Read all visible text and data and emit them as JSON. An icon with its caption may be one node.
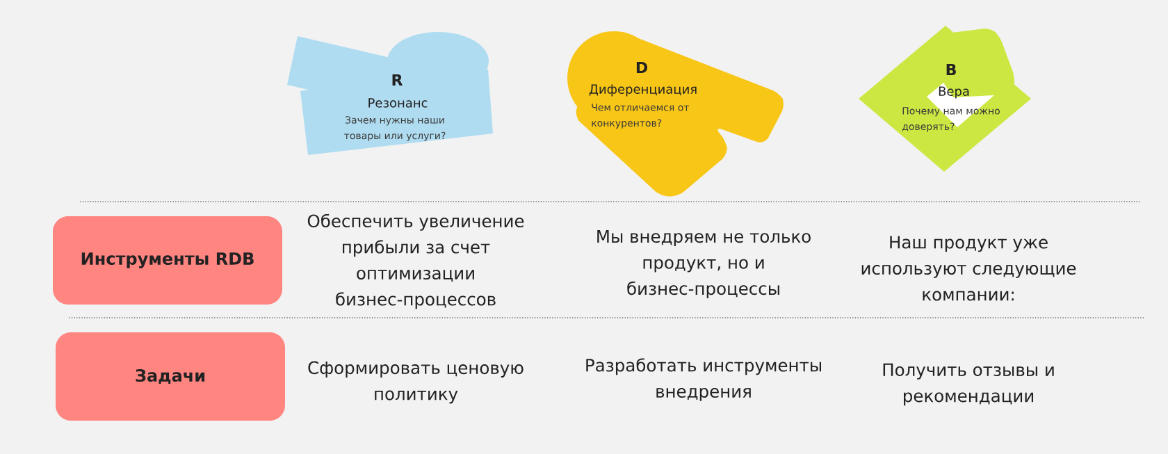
{
  "diagram": {
    "nodes": [
      {
        "text": [
          "R",
          "Резонанс",
          "Зачем нужны наши товары или услуги?"
        ]
      },
      {
        "text": [
          "D",
          "Диференциация",
          "Чем отличаемся от конкурентов?"
        ]
      },
      {
        "text": [
          "B",
          "Вера",
          "Почему нам можно доверять?"
        ]
      },
      {
        "text": [
          "Инструменты RDB"
        ]
      },
      {
        "text": [
          "Задачи"
        ]
      }
    ],
    "labels": [
      "Обеспечить увеличение прибыли за счет оптимизации бизнес-процессов",
      "Мы внедряем не только продукт, но и бизнес-процессы",
      "Наш продукт уже используют следующие компании:",
      "Сформировать ценовую политику",
      "Разработать инструменты внедрения",
      "Получить отзывы и рекомендации"
    ]
  }
}
